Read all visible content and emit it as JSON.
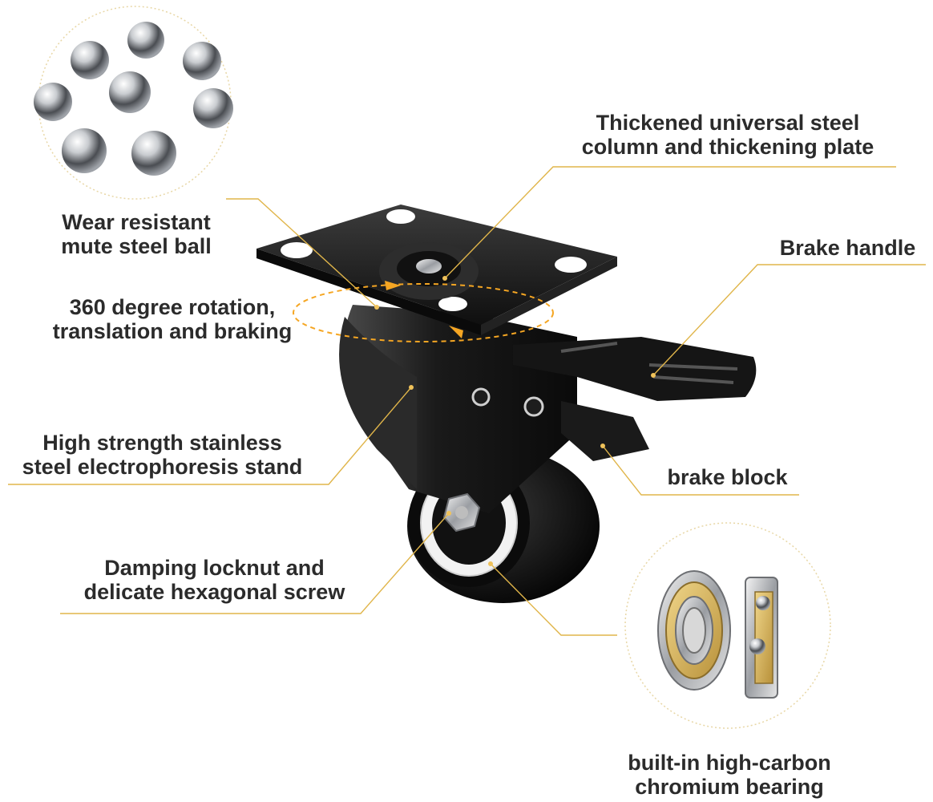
{
  "labels": {
    "steel_ball": [
      "Wear resistant",
      "mute steel ball"
    ],
    "rotation": [
      "360 degree rotation,",
      "translation and braking"
    ],
    "stand": [
      "High strength stainless",
      "steel electrophoresis stand"
    ],
    "locknut": [
      "Damping locknut and",
      "delicate hexagonal screw"
    ],
    "column": [
      "Thickened universal steel",
      "column and thickening plate"
    ],
    "brake_handle": [
      "Brake handle"
    ],
    "brake_block": [
      "brake block"
    ],
    "bearing": [
      "built-in high-carbon",
      "chromium bearing"
    ]
  },
  "colors": {
    "leader_line": "#e0b54a",
    "text": "#2b2b2b",
    "accent": "#f5a623"
  }
}
